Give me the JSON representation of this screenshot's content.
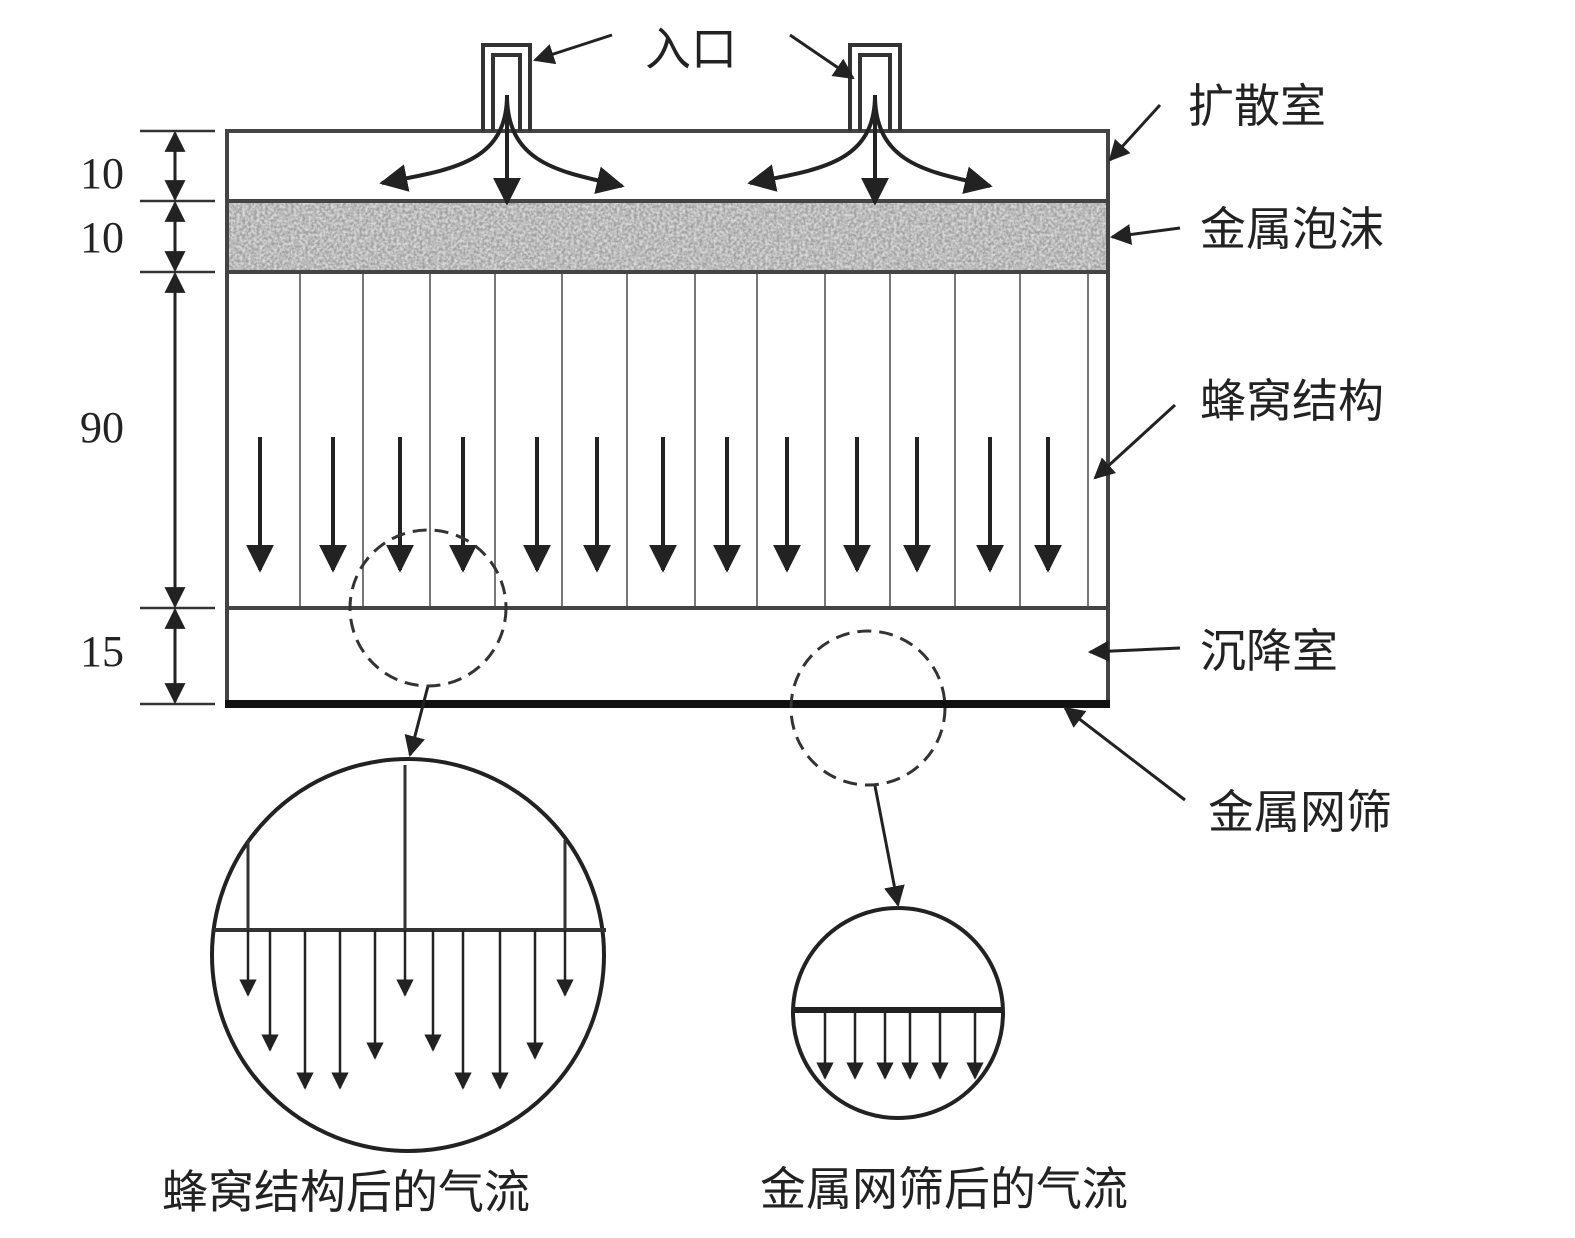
{
  "labels": {
    "inlet": "入口",
    "diffusion_chamber": "扩散室",
    "metal_foam": "金属泡沫",
    "honeycomb": "蜂窝结构",
    "settling_chamber": "沉降室",
    "metal_mesh": "金属网筛"
  },
  "dimensions": [
    "10",
    "10",
    "90",
    "15"
  ],
  "captions": {
    "honeycomb_flow": "蜂窝结构后的气流",
    "mesh_flow": "金属网筛后的气流"
  },
  "colors": {
    "stroke": "#333333",
    "foam": "#8a8a8a"
  }
}
